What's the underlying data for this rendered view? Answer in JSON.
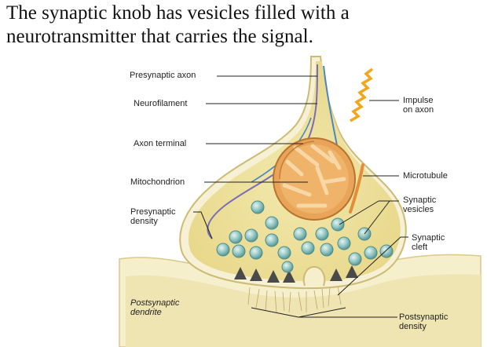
{
  "title_lines": [
    "The synaptic knob has vesicles filled with a",
    "neurotransmitter that carries the signal."
  ],
  "labels": {
    "presynaptic_axon": "Presynaptic axon",
    "neurofilament": "Neurofilament",
    "axon_terminal": "Axon terminal",
    "mitochondrion": "Mitochondrion",
    "presynaptic_density_1": "Presynaptic",
    "presynaptic_density_2": "density",
    "postsynaptic_dendrite_1": "Postsynaptic",
    "postsynaptic_dendrite_2": "dendrite",
    "impulse_1": "Impulse",
    "impulse_2": "on axon",
    "microtubule": "Microtubule",
    "synaptic_vesicles_1": "Synaptic",
    "synaptic_vesicles_2": "vesicles",
    "synaptic_cleft_1": "Synaptic",
    "synaptic_cleft_2": "cleft",
    "postsynaptic_density_1": "Postsynaptic",
    "postsynaptic_density_2": "density"
  },
  "colors": {
    "cytoplasm": "#eee19a",
    "membrane": "#f6f0d4",
    "membrane_outline": "#cdbb74",
    "mitochondrion": "#e8a55a",
    "mito_crista": "#f5d2a0",
    "vesicle": "#8fc4c1",
    "vesicle_outline": "#4f8e8b",
    "neurofilament_purple": "#7a6db5",
    "neurofilament_blue": "#4a86c2",
    "density_dark": "#4a4a4a",
    "impulse_orange": "#f2a71b",
    "postsynaptic_bg": "#f3ecc4"
  }
}
